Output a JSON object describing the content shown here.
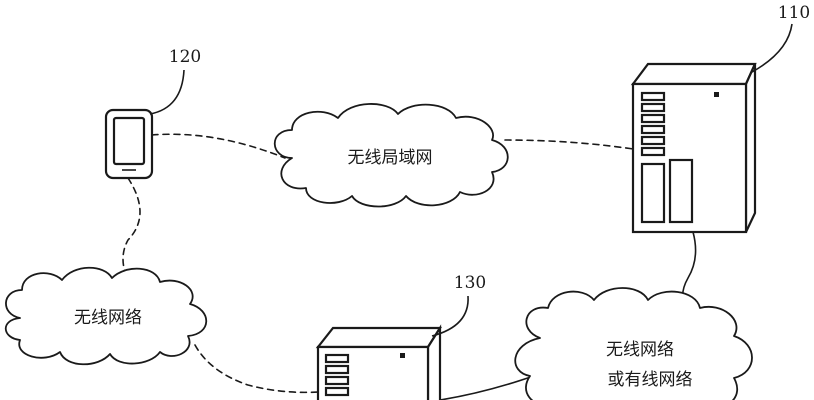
{
  "labels": {
    "server_110": "110",
    "phone_120": "120",
    "server_130": "130"
  },
  "clouds": {
    "wlan": "无线局域网",
    "wireless": "无线网络",
    "wired_or_wireless_line1": "无线网络",
    "wired_or_wireless_line2": "或有线网络"
  }
}
